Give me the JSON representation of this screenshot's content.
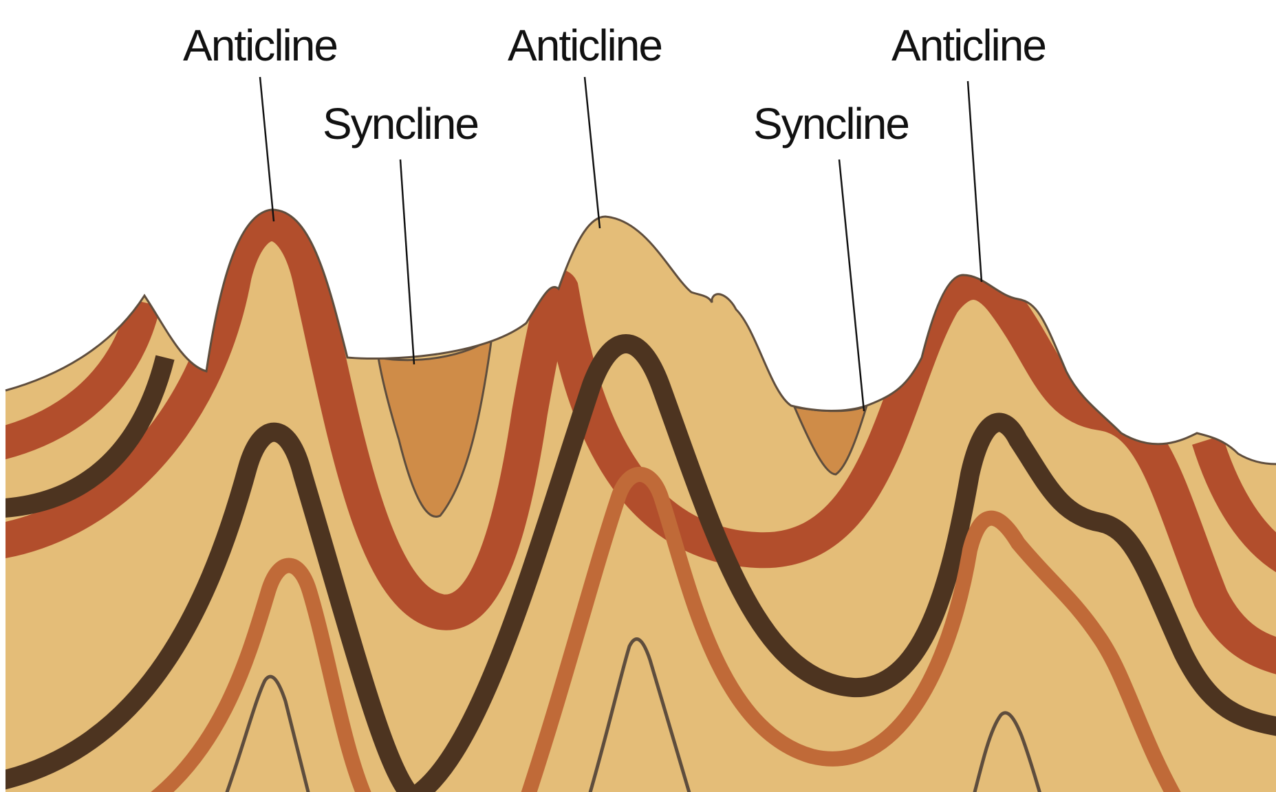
{
  "labels": {
    "anticline_1": "Anticline",
    "anticline_2": "Anticline",
    "anticline_3": "Anticline",
    "syncline_1": "Syncline",
    "syncline_2": "Syncline"
  },
  "colors": {
    "sand": "#e4bd78",
    "red": "#b24e2c",
    "dark": "#4d3420",
    "rust": "#c06a38",
    "fill": "#cf8c48",
    "outline": "#5e4d3d",
    "background": "#ffffff"
  }
}
